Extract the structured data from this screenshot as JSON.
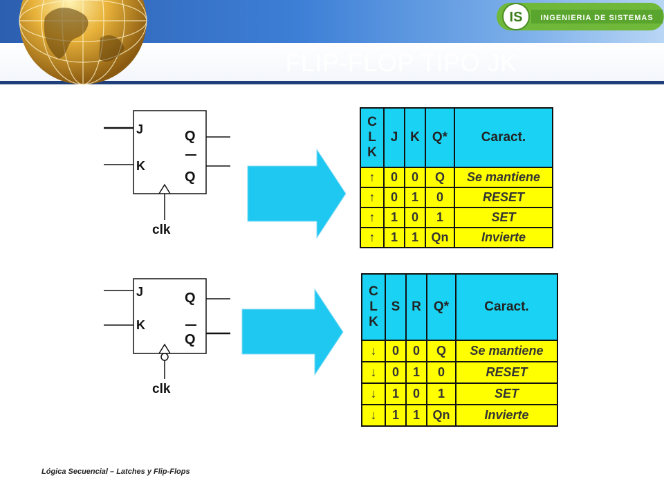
{
  "slide": {
    "title": "FLIP-FLOP TIPO JK",
    "logo_text": "INGENIERIA DE SISTEMAS",
    "logo_mark": "IS",
    "footer": "Lógica Secuencial – Latches y Flip-Flops"
  },
  "flipflop_top": {
    "j": "J",
    "k": "K",
    "q": "Q",
    "qbar": "Q",
    "clk": "clk"
  },
  "flipflop_bottom": {
    "j": "J",
    "k": "K",
    "q": "Q",
    "qbar": "Q",
    "clk": "clk"
  },
  "table_top": {
    "headers": {
      "clk": [
        "C",
        "L",
        "K"
      ],
      "c1": "J",
      "c2": "K",
      "q": "Q*",
      "caract": "Caract."
    },
    "rows": [
      {
        "clk": "↑",
        "a": "0",
        "b": "0",
        "q": "Q",
        "caract": "Se mantiene"
      },
      {
        "clk": "↑",
        "a": "0",
        "b": "1",
        "q": "0",
        "caract": "RESET"
      },
      {
        "clk": "↑",
        "a": "1",
        "b": "0",
        "q": "1",
        "caract": "SET"
      },
      {
        "clk": "↑",
        "a": "1",
        "b": "1",
        "q": "Qn",
        "caract": "Invierte"
      }
    ]
  },
  "table_bottom": {
    "headers": {
      "clk": [
        "C",
        "L",
        "K"
      ],
      "c1": "S",
      "c2": "R",
      "q": "Q*",
      "caract": "Caract."
    },
    "rows": [
      {
        "clk": "↓",
        "a": "0",
        "b": "0",
        "q": "Q",
        "caract": "Se mantiene"
      },
      {
        "clk": "↓",
        "a": "0",
        "b": "1",
        "q": "0",
        "caract": "RESET"
      },
      {
        "clk": "↓",
        "a": "1",
        "b": "0",
        "q": "1",
        "caract": "SET"
      },
      {
        "clk": "↓",
        "a": "1",
        "b": "1",
        "q": "Qn",
        "caract": "Invierte"
      }
    ]
  },
  "colors": {
    "header_blue": "#3d7fd6",
    "table_cyan": "#1ad3f4",
    "row_yellow": "#ffff00",
    "arrow_cyan": "#1ec8f0",
    "q_red": "#ee1c1c",
    "caract_blue": "#1a2fb0"
  }
}
